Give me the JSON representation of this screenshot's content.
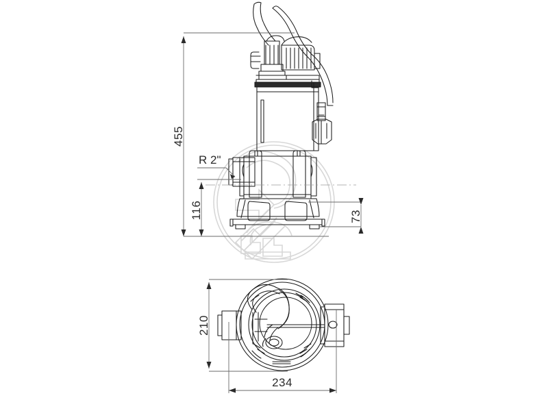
{
  "drawing": {
    "title": "Submersible pump dimensional drawing",
    "units": "mm",
    "background_color": "#ffffff",
    "line_color": "#1a1a1a",
    "dimension_color": "#555555",
    "text_color": "#2b2b2b",
    "watermark_color": "#d8d8d8"
  },
  "views": {
    "front": {
      "name": "front-elevation-view",
      "components": [
        "power-cable",
        "cable-entry-gland",
        "carrying-handle",
        "motor-body",
        "float-switch-cable",
        "float-switch",
        "discharge-port",
        "pump-housing",
        "suction-strainer",
        "base-legs"
      ]
    },
    "top": {
      "name": "top-plan-view",
      "components": [
        "outer-housing-circle",
        "inner-housing-circle",
        "discharge-port-flange",
        "bracket-right",
        "handle-arc",
        "cable-route"
      ]
    }
  },
  "dimensions": {
    "overall_height": {
      "value": "455",
      "name": "dimension-overall-height",
      "orientation": "vertical",
      "view": "front"
    },
    "housing_height": {
      "value": "116",
      "name": "dimension-housing-height",
      "orientation": "vertical",
      "view": "front"
    },
    "port_height": {
      "value": "73",
      "name": "dimension-port-height",
      "orientation": "vertical",
      "view": "front"
    },
    "plan_depth": {
      "value": "210",
      "name": "dimension-plan-depth",
      "orientation": "vertical",
      "view": "top"
    },
    "plan_width": {
      "value": "234",
      "name": "dimension-plan-width",
      "orientation": "horizontal",
      "view": "top"
    }
  },
  "annotations": {
    "discharge_thread": {
      "value": "R 2\"",
      "name": "annotation-discharge-thread",
      "description": "Discharge connection thread size"
    }
  }
}
